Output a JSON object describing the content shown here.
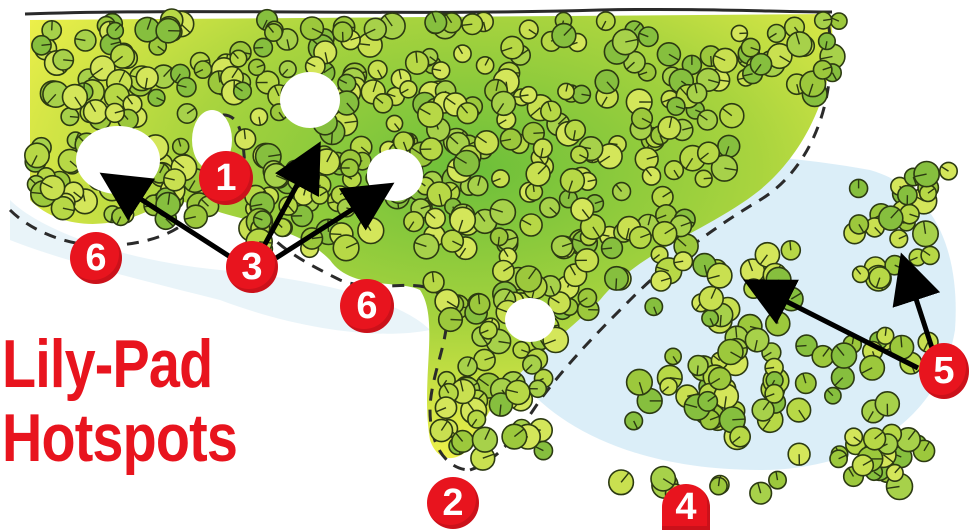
{
  "title": {
    "line1": "Lily-Pad",
    "line2": "Hotspots"
  },
  "markers": {
    "m1": "1",
    "m2": "2",
    "m3": "3",
    "m4": "4",
    "m5": "5",
    "m6a": "6",
    "m6b": "6"
  },
  "colors": {
    "marker": "#e8141e",
    "title": "#e8141e",
    "pad_fill": "#b9d94a",
    "pad_outline": "#2c3a12",
    "dark_green_area": "#7cc23a",
    "yellow_area": "#e8ea3a",
    "water": "#cfe8f5",
    "arrow": "#000000"
  }
}
